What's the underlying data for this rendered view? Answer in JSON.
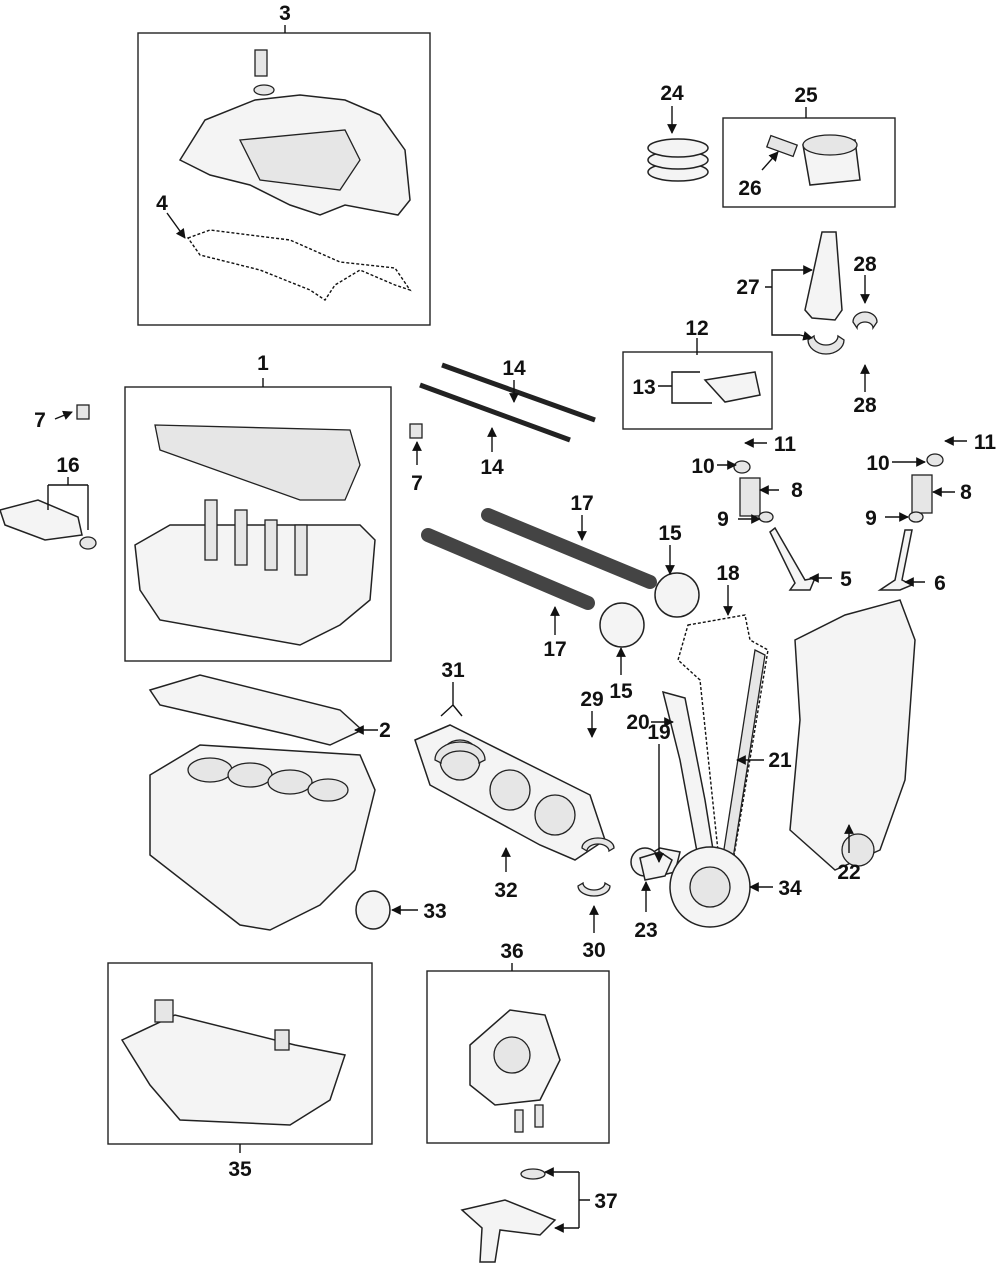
{
  "callouts": [
    "1",
    "2",
    "3",
    "4",
    "5",
    "6",
    "7",
    "7",
    "8",
    "8",
    "9",
    "9",
    "10",
    "10",
    "11",
    "11",
    "12",
    "13",
    "14",
    "14",
    "15",
    "15",
    "16",
    "17",
    "17",
    "18",
    "19",
    "20",
    "21",
    "22",
    "23",
    "24",
    "25",
    "26",
    "27",
    "28",
    "28",
    "29",
    "30",
    "31",
    "32",
    "33",
    "34",
    "35",
    "36",
    "37"
  ]
}
